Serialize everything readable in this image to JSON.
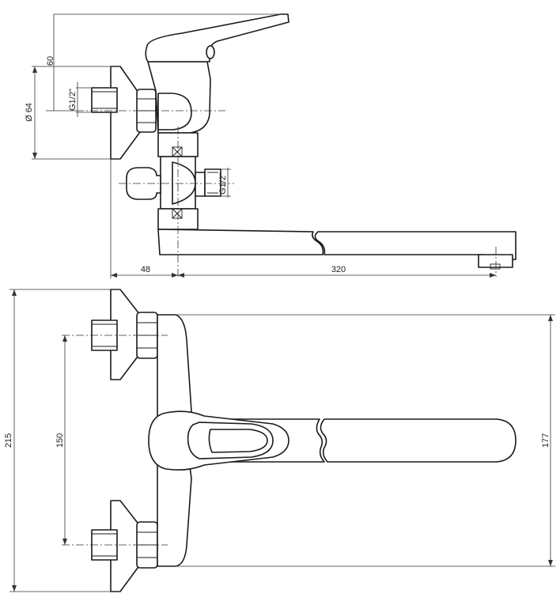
{
  "drawing": {
    "side_view": {
      "dims": {
        "handle_height": "60",
        "rosette_diameter": "Ø 64",
        "inlet_thread": "G1/2\"",
        "outlet_thread": "G1/2\"",
        "wall_offset": "48",
        "spout_length": "320"
      }
    },
    "top_view": {
      "dims": {
        "overall_height": "215",
        "inlet_spacing": "150",
        "body_height": "177"
      }
    }
  }
}
